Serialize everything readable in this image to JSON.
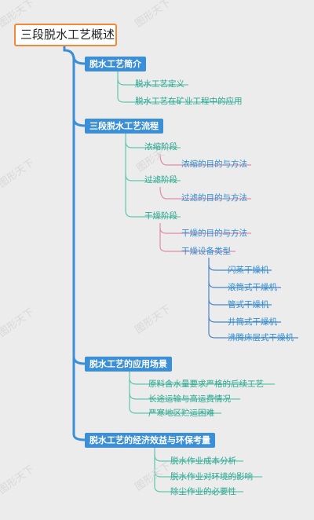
{
  "root": {
    "title": "三段脱水工艺概述"
  },
  "watermark": "图形天下",
  "colors": {
    "root_border": "#f08a3a",
    "section_fill": "#3a8fd6",
    "trunk": "#3a8fd6",
    "branch_teal": "#5fc8ae",
    "branch_pink": "#e08aa8",
    "branch_blue": "#4a86c8",
    "text_teal": "#2aa58f",
    "text_blue": "#2f8dcf"
  },
  "sections": [
    {
      "label": "脱水工艺简介",
      "children": [
        {
          "label": "脱水工艺定义"
        },
        {
          "label": "脱水工艺在矿业工程中的应用"
        }
      ]
    },
    {
      "label": "三段脱水工艺流程",
      "children": [
        {
          "label": "浓缩阶段",
          "children": [
            {
              "label": "浓缩的目的与方法"
            }
          ]
        },
        {
          "label": "过滤阶段",
          "children": [
            {
              "label": "过滤的目的与方法"
            }
          ]
        },
        {
          "label": "干燥阶段",
          "children": [
            {
              "label": "干燥的目的与方法"
            },
            {
              "label": "干燥设备类型",
              "children": [
                {
                  "label": "闪蒸干燥机"
                },
                {
                  "label": "滚筒式干燥机"
                },
                {
                  "label": "管式干燥机"
                },
                {
                  "label": "井筒式干燥机"
                },
                {
                  "label": "沸腾床层式干燥机"
                }
              ]
            }
          ]
        }
      ]
    },
    {
      "label": "脱水工艺的应用场景",
      "children": [
        {
          "label": "原料含水量要求严格的后续工艺"
        },
        {
          "label": "长途运输与高运费情况"
        },
        {
          "label": "严寒地区贮运困难"
        }
      ]
    },
    {
      "label": "脱水工艺的经济效益与环保考量",
      "children": [
        {
          "label": "脱水作业成本分析"
        },
        {
          "label": "脱水作业对环境的影响"
        },
        {
          "label": "除尘作业的必要性"
        }
      ]
    }
  ]
}
